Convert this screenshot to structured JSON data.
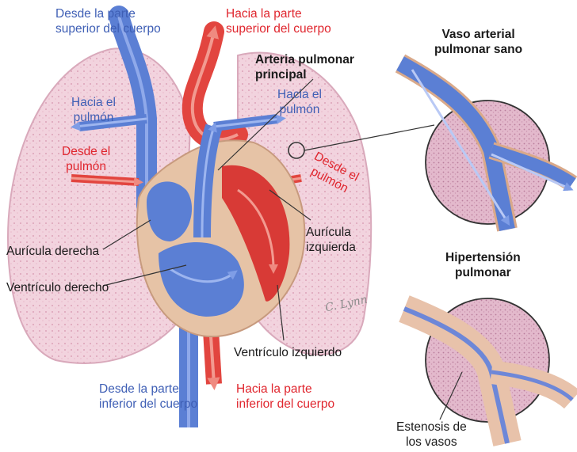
{
  "labels": {
    "desde_superior": "Desde la parte\nsuperior del cuerpo",
    "hacia_superior": "Hacia la parte\nsuperior del cuerpo",
    "arteria_pulmonar": "Arteria pulmonar\nprincipal",
    "hacia_pulmon_izq": "Hacia el\npulmón",
    "hacia_pulmon_der": "Hacia el\npulmón",
    "desde_pulmon_izq": "Desde el\npulmón",
    "desde_pulmon_der": "Desde el\npulmón",
    "auricula_derecha": "Aurícula derecha",
    "ventriculo_derecho": "Ventrículo derecho",
    "auricula_izquierda": "Aurícula\nizquierda",
    "ventriculo_izquierdo": "Ventrículo izquierdo",
    "desde_inferior": "Desde la parte\ninferior del cuerpo",
    "hacia_inferior": "Hacia la parte\ninferior del cuerpo",
    "vaso_sano": "Vaso arterial\npulmonar sano",
    "hipertension": "Hipertensión\npulmonar",
    "estenosis": "Estenosis de\nlos vasos",
    "signature": "C. Lynn"
  },
  "colors": {
    "blue_label": "#3f5fb5",
    "red_label": "#e0262e",
    "vessel_blue": "#5b7fd4",
    "vessel_red": "#e2453f",
    "lung_pink": "#f1d6df",
    "heart_tissue": "#e6c3a6"
  }
}
